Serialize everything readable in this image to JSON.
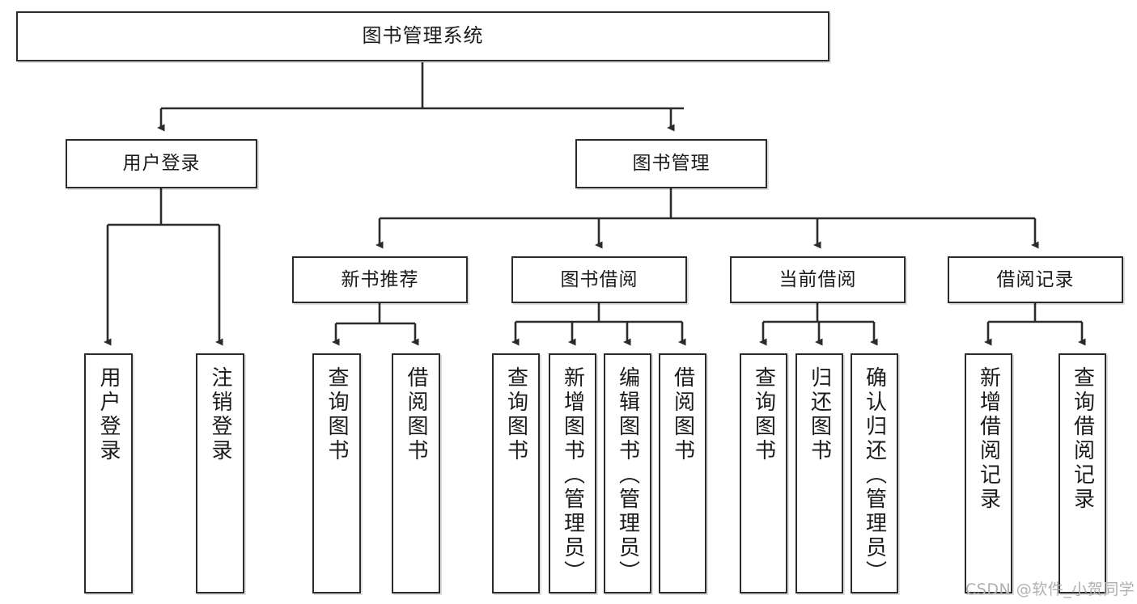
{
  "diagram": {
    "title": "图书管理系统",
    "type": "functional-structure-tree",
    "watermark": "CSDN @软件_小贺同学",
    "colors": {
      "stroke": "#2b2b2b",
      "fill": "#ffffff",
      "text": "#1b1b1b",
      "watermark": "#b0b0b0"
    },
    "levels": {
      "root": {
        "label": "图书管理系统"
      },
      "level2": [
        {
          "id": "user-login",
          "label": "用户登录"
        },
        {
          "id": "book-manage",
          "label": "图书管理"
        }
      ],
      "level3": [
        {
          "id": "new-book-recommend",
          "label": "新书推荐"
        },
        {
          "id": "book-borrow",
          "label": "图书借阅"
        },
        {
          "id": "current-borrow",
          "label": "当前借阅"
        },
        {
          "id": "borrow-record",
          "label": "借阅记录"
        }
      ],
      "leaves": {
        "user-login": [
          {
            "id": "leaf-user-login",
            "label": "用户登录"
          },
          {
            "id": "leaf-logout",
            "label": "注销登录"
          }
        ],
        "new-book-recommend": [
          {
            "id": "leaf-query-book-1",
            "label": "查询图书"
          },
          {
            "id": "leaf-borrow-book-1",
            "label": "借阅图书"
          }
        ],
        "book-borrow": [
          {
            "id": "leaf-query-book-2",
            "label": "查询图书"
          },
          {
            "id": "leaf-add-book",
            "label": "新增图书（管理员）"
          },
          {
            "id": "leaf-edit-book",
            "label": "编辑图书（管理员）"
          },
          {
            "id": "leaf-borrow-book-2",
            "label": "借阅图书"
          }
        ],
        "current-borrow": [
          {
            "id": "leaf-query-book-3",
            "label": "查询图书"
          },
          {
            "id": "leaf-return-book",
            "label": "归还图书"
          },
          {
            "id": "leaf-confirm-return",
            "label": "确认归还（管理员）"
          }
        ],
        "borrow-record": [
          {
            "id": "leaf-add-record",
            "label": "新增借阅记录"
          },
          {
            "id": "leaf-query-record",
            "label": "查询借阅记录"
          }
        ]
      }
    }
  }
}
